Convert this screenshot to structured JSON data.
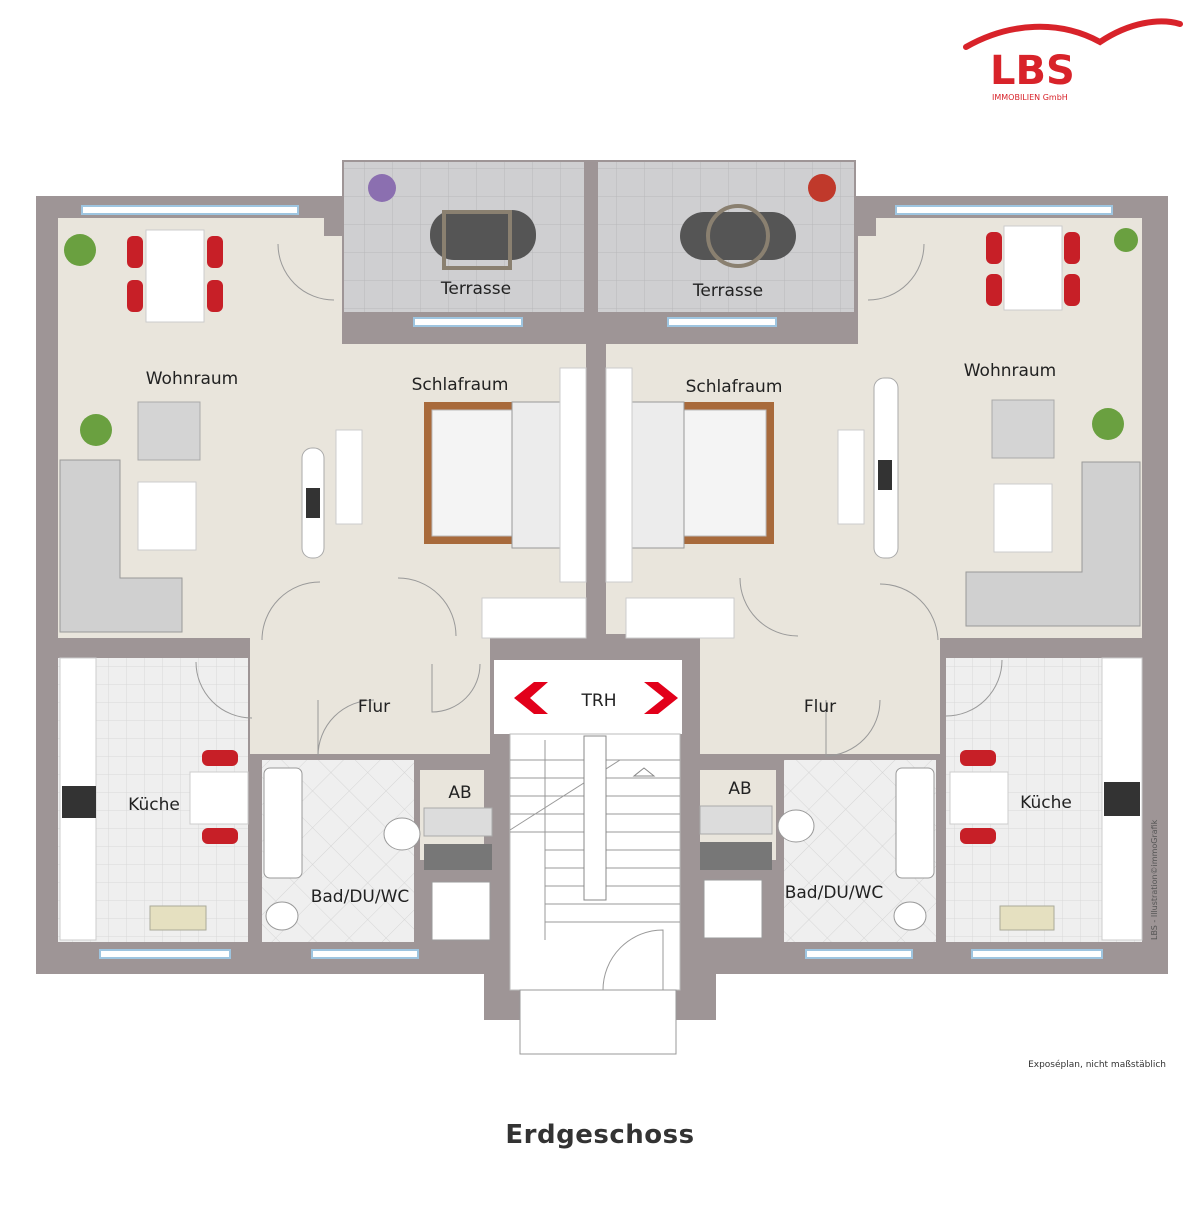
{
  "logo": {
    "brand": "LBS",
    "sub": "IMMOBILIEN GmbH",
    "color": "#d8232a"
  },
  "rooms": {
    "terrasse_left": "Terrasse",
    "terrasse_right": "Terrasse",
    "wohnraum_left": "Wohnraum",
    "wohnraum_right": "Wohnraum",
    "schlafraum_left": "Schlafraum",
    "schlafraum_right": "Schlafraum",
    "flur_left": "Flur",
    "flur_right": "Flur",
    "kueche_left": "Küche",
    "kueche_right": "Küche",
    "ab_left": "AB",
    "ab_right": "AB",
    "bad_left": "Bad/DU/WC",
    "bad_right": "Bad/DU/WC",
    "trh": "TRH"
  },
  "note": "Exposéplan, nicht maßstäblich",
  "credit": "LBS - Illustration©immoGrafik",
  "floor_title": "Erdgeschoss",
  "colors": {
    "wall": "#9e9596",
    "floor": "#e9e5dc",
    "tile": "#ececec",
    "terrace": "#c9c9cb",
    "accent": "#d8232a",
    "rug": "#a86a3b"
  }
}
